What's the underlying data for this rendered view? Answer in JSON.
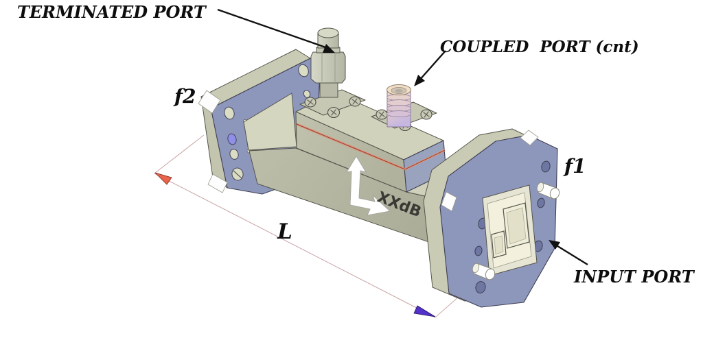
{
  "diagram": {
    "type": "3d-technical-illustration",
    "subject": "waveguide directional coupler with flanges and coaxial ports",
    "labels": {
      "terminated_port": "TERMINATED PORT",
      "coupled_port": "COUPLED  PORT (cnt)",
      "input_port": "INPUT PORT",
      "flange_near": "f1",
      "flange_far": "f2",
      "length_dimension": "L",
      "coupling_value": "XXdB"
    },
    "colors": {
      "background": "#ffffff",
      "flange_face_blue": "#8d96bb",
      "block_end_blue": "#9aa3bd",
      "body_khaki": "#c6c8b4",
      "body_top_light": "#d4d6c0",
      "body_front_shadow": "#b2b4a0",
      "gasket_pink": "#d89880",
      "gasket_core": "#a04030",
      "violet_hole": "#8f8fe8",
      "dim_line_pink": "#c9a3a3",
      "dim_arrow_red": "#e8644a",
      "dim_arrow_purple": "#5232c8",
      "annotation_black": "#111111",
      "sma_cream": "#f2dfc8",
      "sma_lavender": "#c6b7e0",
      "pin_white": "#ffffff",
      "coupling_text_gray": "#3a3a34"
    }
  }
}
